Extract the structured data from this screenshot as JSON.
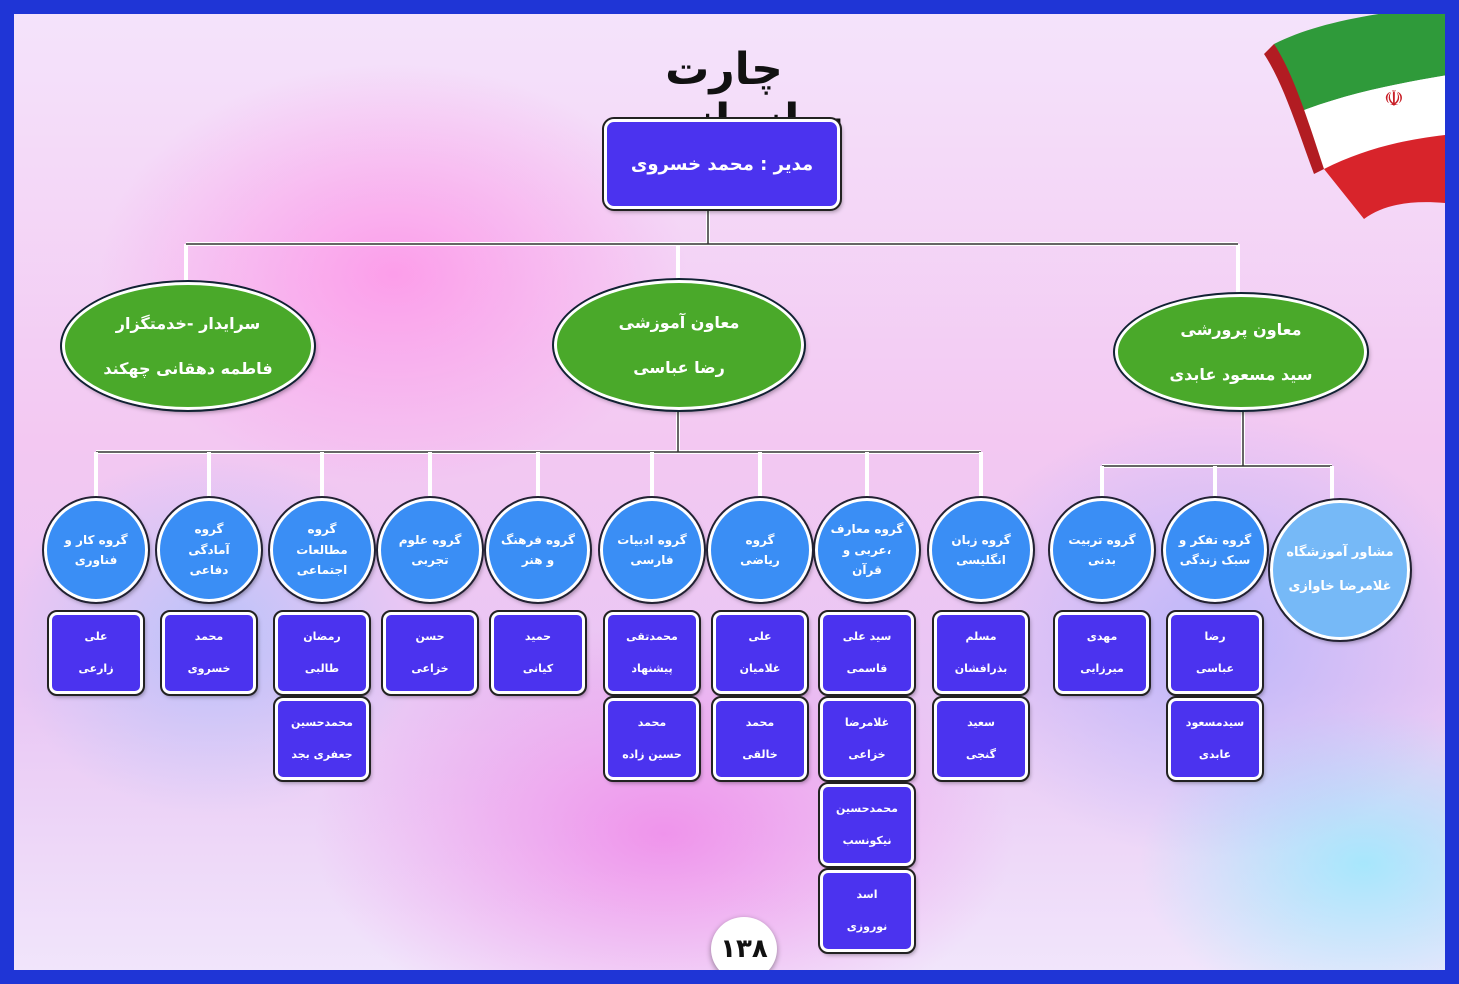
{
  "title": "چارت سازمانی...",
  "page_number": "۱۳۸",
  "colors": {
    "border": "#1f35d6",
    "box_fill": "#4b33ef",
    "ellipse_fill": "#4aa92a",
    "circle_fill": "#3a8ef5",
    "counselor_fill": "#76b9f7"
  },
  "manager": {
    "label": "مدیر : محمد خسروی"
  },
  "deputies": {
    "custodian": {
      "title": "سرایدار -خدمتگزار",
      "name": "فاطمه دهقانی چهکند"
    },
    "education": {
      "title": "معاون آموزشی",
      "name": "رضا عباسی"
    },
    "training": {
      "title": "معاون پرورشی",
      "name": "سید مسعود عابدی"
    }
  },
  "groups": [
    {
      "lines": [
        "گروه کار و",
        "فناوری"
      ],
      "members": [
        [
          "علی",
          "زارعی"
        ]
      ]
    },
    {
      "lines": [
        "گروه",
        "آمادگی",
        "دفاعی"
      ],
      "members": [
        [
          "محمد",
          "خسروی"
        ]
      ]
    },
    {
      "lines": [
        "گروه",
        "مطالعات",
        "اجتماعی"
      ],
      "members": [
        [
          "رمضان",
          "طالبی"
        ],
        [
          "محمدحسین",
          "جعفری بجد"
        ]
      ]
    },
    {
      "lines": [
        "گروه علوم",
        "تجربی"
      ],
      "members": [
        [
          "حسن",
          "خزاعی"
        ]
      ]
    },
    {
      "lines": [
        "گروه فرهنگ",
        "و هنر"
      ],
      "members": [
        [
          "حمید",
          "کیانی"
        ]
      ]
    },
    {
      "lines": [
        "گروه ادبیات",
        "فارسی"
      ],
      "members": [
        [
          "محمدتقی",
          "پیشنهاد"
        ],
        [
          "محمد",
          "حسین زاده"
        ]
      ]
    },
    {
      "lines": [
        "گروه",
        "ریاضی"
      ],
      "members": [
        [
          "علی",
          "غلامیان"
        ],
        [
          "محمد",
          "خالقی"
        ]
      ]
    },
    {
      "lines": [
        "گروه معارف",
        "،عربی و",
        "قرآن"
      ],
      "members": [
        [
          "سید علی",
          "قاسمی"
        ],
        [
          "غلامرضا",
          "خزاعی"
        ],
        [
          "محمدحسین",
          "نیکونسب"
        ],
        [
          "اسد",
          "نوروزی"
        ]
      ]
    },
    {
      "lines": [
        "گروه زبان",
        "انگلیسی"
      ],
      "members": [
        [
          "مسلم",
          "بذرافشان"
        ],
        [
          "سعید",
          "گنجی"
        ]
      ]
    }
  ],
  "training_groups": [
    {
      "lines": [
        "گروه تربیت",
        "بدنی"
      ],
      "members": [
        [
          "مهدی",
          "میرزایی"
        ]
      ]
    },
    {
      "lines": [
        "گروه تفکر و",
        "سبک زندگی"
      ],
      "members": [
        [
          "رضا",
          "عباسی"
        ],
        [
          "سیدمسعود",
          "عابدی"
        ]
      ]
    }
  ],
  "counselor": {
    "lines": [
      "مشاور آموزشگاه",
      "غلامرضا خاوازی"
    ]
  }
}
